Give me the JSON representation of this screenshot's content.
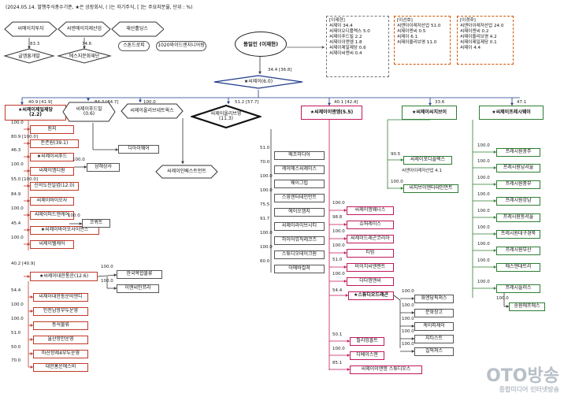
{
  "header": {
    "note": "(2024.05.14. 발행주식총수기준, ★은 상장회사, ( )는 자기주식, [ ]는 주요지분율, 단위 : %)"
  },
  "top_left": {
    "items": [
      "씨에이치투자",
      "씨엔에이치제산업",
      "재산홀딩스",
      "글앰흥개발",
      "에스지문화재단"
    ],
    "pct_a": "83.3",
    "pct_b": "74.6"
  },
  "mid_boxes": [
    "스톤드로피",
    "1020와이드엔지니어링"
  ],
  "controller": {
    "name": "동일인 (이재현)"
  },
  "info_boxes": [
    {
      "lines": [
        "[이재현]",
        "씨제이 34.4",
        "씨제이오디플렉스 5.0",
        "씨제이푸드빌 2.2",
        "씨제이이앤엠 1.8",
        "씨제이제일제당 0.6",
        "씨제이씨엔씨 0.4"
      ]
    },
    {
      "lines": [
        "[이선호]",
        "씨앤아이레저산업 51.0",
        "씨제이엔씨 0.5",
        "씨제이 6.1",
        "씨제이올리브영 11.0"
      ]
    },
    {
      "lines": [
        "[이경후]",
        "씨앤아이레저산업 24.0",
        "씨제이엔씨 0.2",
        "씨제이올리브영 4.2",
        "씨제이제일제당 0.1",
        "씨제이 4.4"
      ]
    }
  ],
  "cj": {
    "label": "★씨제이(6.0)",
    "pct": "34.4 [36.8]"
  },
  "level1": [
    {
      "label": "★씨제이제일제당\n(2.2)",
      "pct": "40.9 [41.9]"
    },
    {
      "label": "씨제이푸드빌\n(0.6)",
      "pct": "84.2 [84.7]"
    },
    {
      "label": "씨제이올리브네트웍스",
      "pct": "100.0"
    },
    {
      "label": "씨제이올리브영\n(11.3)",
      "pct": "51.2 [57.7]"
    },
    {
      "label": "★씨제이이앤엠(5.5)",
      "pct": "40.1 [42.4]"
    },
    {
      "label": "★씨제이씨지브이",
      "pct": "33.6"
    },
    {
      "label": "★씨제이프레시웨이",
      "pct": "47.1"
    }
  ],
  "extra_units": {
    "diaware": "디아이웨어",
    "cjinvest": "씨제이인베스트먼트"
  },
  "col1": {
    "items": [
      {
        "pct": "100.0",
        "label": "원지"
      },
      {
        "pct": "80.9 [100.0]",
        "label": "돈존원(39.1)"
      },
      {
        "pct": "46.3",
        "label": "★씨제이씨푸드"
      },
      {
        "pct": "100.0",
        "label": "씨제이엠디원"
      },
      {
        "pct": "55.0 [100.0]",
        "label": "신의도천일염(12.0)"
      },
      {
        "pct": "84.9",
        "label": "씨제이바이오사"
      },
      {
        "pct": "100.0",
        "label": "씨제이피드앤케어"
      },
      {
        "pct": "45.4",
        "label": "★씨제이바이오사이언스"
      },
      {
        "pct": "100.0",
        "label": "씨제이웰케어"
      }
    ],
    "logistics": {
      "pct": "40.2 [40.9]",
      "label": "★씨제이대한통운(12.6)"
    },
    "log_items": [
      {
        "pct": "54.4",
        "label": "씨제이대한통운비엔디"
      },
      {
        "pct": "100.0",
        "label": "인천남항부두운영"
      },
      {
        "pct": "100.0",
        "label": "동석물류"
      },
      {
        "pct": "51.0",
        "label": "울산항만운영"
      },
      {
        "pct": "50.0",
        "label": "마산항제4부두운영"
      },
      {
        "pct": "70.0",
        "label": "대한홈운에스비"
      }
    ],
    "side": [
      {
        "pct": "100.0",
        "label": "삼해상사"
      },
      {
        "pct": "100.0",
        "label": "코퀴트"
      },
      {
        "pct": "100.0",
        "label": "한국복합물류"
      },
      {
        "pct": "100.0",
        "label": "이앤씨인프라"
      }
    ]
  },
  "col_oy": [
    {
      "pct": "51.0",
      "label": "메조미디어"
    },
    {
      "pct": "70.0",
      "label": "케이에스씨제이스"
    },
    {
      "pct": "100.0",
      "label": "웨이그립"
    },
    {
      "pct": "100.0",
      "label": "스윙엔터테인먼트"
    },
    {
      "pct": "75.5",
      "label": "에이오엠지"
    },
    {
      "pct": "91.7",
      "label": "씨제이라이브시티"
    },
    {
      "pct": "100.0",
      "label": "하이어뮤직레코즈"
    },
    {
      "pct": "100.0",
      "label": "스튜디오테이크원"
    },
    {
      "pct": "60.0",
      "label": "아메바컬쳐"
    }
  ],
  "col_enm": [
    {
      "pct": "100.0",
      "label": "씨제이엠웨니스"
    },
    {
      "pct": "98.8",
      "label": "슈퍼레이스"
    },
    {
      "pct": "100.0",
      "label": "씨제이드래곤코리아"
    },
    {
      "pct": "100.0",
      "label": "티빙"
    },
    {
      "pct": "51.0",
      "label": "비이치씨엔젠트"
    },
    {
      "pct": "100.0",
      "label": "다다엠엔씨"
    }
  ],
  "studio": {
    "pct": "54.4",
    "label": "★스튜디오드래곤"
  },
  "studio_items": [
    {
      "pct": "100.0",
      "label": "화앤담픽쳐스"
    },
    {
      "pct": "100.0",
      "label": "문화창고"
    },
    {
      "pct": "100.0",
      "label": "케이피제이"
    },
    {
      "pct": "100.0",
      "label": "지티스트"
    },
    {
      "pct": "100.0",
      "label": "길픽쳐스"
    }
  ],
  "enm_bottom": [
    {
      "pct": "50.1",
      "label": "필리밍볼트"
    },
    {
      "pct": "100.0",
      "label": "디베이스앤"
    },
    {
      "pct": "85.1",
      "label": "씨제이이엔엠 스튜디오스"
    }
  ],
  "cgv": [
    {
      "pct": "90.5",
      "label": "씨제이포디플렉스",
      "sub": "씨앤아이레저산업 4.1"
    },
    {
      "pct": "100.0",
      "label": "씨지브이엔터테인먼트"
    }
  ],
  "fresh": [
    {
      "pct": "100.0",
      "label": "프레시원광주"
    },
    {
      "pct": "100.0",
      "label": "프레시원남서울"
    },
    {
      "pct": "100.0",
      "label": "프레시원중부"
    },
    {
      "pct": "100.0",
      "label": "프레시원강남"
    },
    {
      "pct": "100.0",
      "label": "프레시원동서울"
    },
    {
      "pct": "100.0",
      "label": "프레시원대구경북"
    },
    {
      "pct": "100.0",
      "label": "프레시원부산"
    },
    {
      "pct": "100.0",
      "label": "에스앤대트리"
    },
    {
      "pct": "100.0",
      "label": "프레시플러스"
    }
  ],
  "fresh_sub": {
    "pct": "100.0",
    "label": "송원에프에스"
  },
  "watermark": {
    "main": "OTO방송",
    "sub": "종합미디어 인터넷방송"
  }
}
